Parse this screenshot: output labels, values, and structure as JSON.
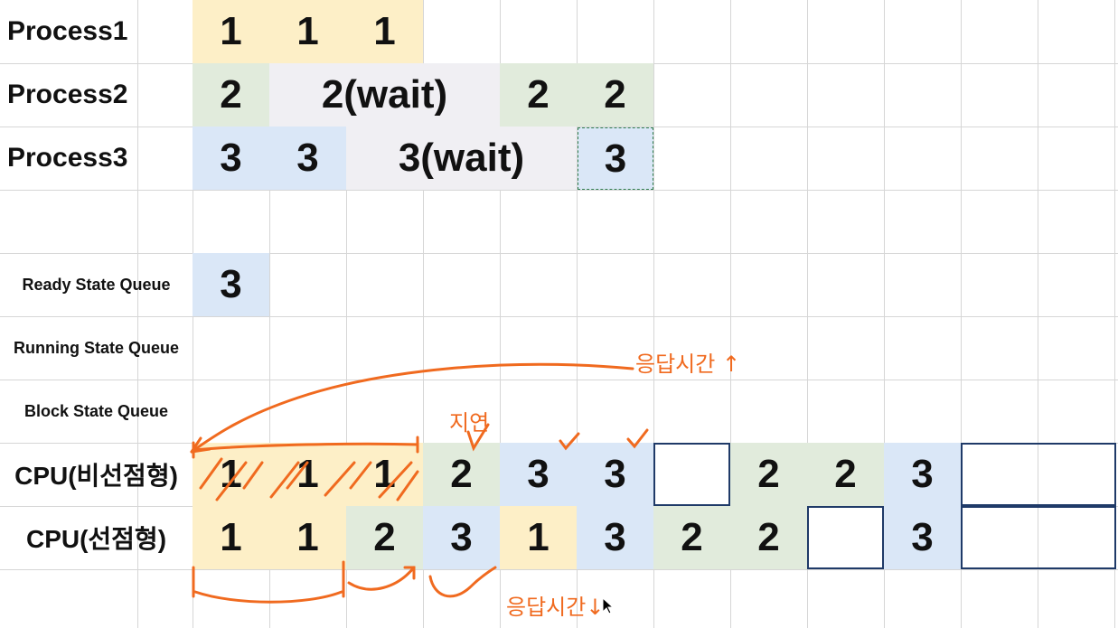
{
  "rows": [
    {
      "label": "Process1",
      "cells": [
        {
          "text": "1",
          "color": "yellow"
        },
        {
          "text": "1",
          "color": "yellow"
        },
        {
          "text": "1",
          "color": "yellow"
        }
      ]
    },
    {
      "label": "Process2",
      "cells": [
        {
          "text": "2",
          "color": "green"
        },
        {
          "text": "2(wait)",
          "color": "gray"
        },
        {
          "text": "2",
          "color": "green"
        },
        {
          "text": "2",
          "color": "green"
        }
      ]
    },
    {
      "label": "Process3",
      "cells": [
        {
          "text": "3",
          "color": "blue"
        },
        {
          "text": "3",
          "color": "blue"
        },
        {
          "text": "3(wait)",
          "color": "gray"
        },
        {
          "text": "3",
          "color": "blue"
        }
      ]
    },
    {
      "label": "Ready State Queue",
      "cells": [
        {
          "text": "3",
          "color": "blue"
        }
      ]
    },
    {
      "label": "Running State Queue",
      "cells": []
    },
    {
      "label": "Block State Queue",
      "cells": []
    },
    {
      "label": "CPU(비선점형)",
      "cells": [
        {
          "text": "1",
          "color": "yellow"
        },
        {
          "text": "1",
          "color": "yellow"
        },
        {
          "text": "1",
          "color": "yellow"
        },
        {
          "text": "2",
          "color": "green"
        },
        {
          "text": "3",
          "color": "blue"
        },
        {
          "text": "3",
          "color": "blue"
        },
        {
          "text": "",
          "color": "outline"
        },
        {
          "text": "2",
          "color": "green"
        },
        {
          "text": "2",
          "color": "green"
        },
        {
          "text": "3",
          "color": "blue"
        },
        {
          "text": "",
          "color": "outline"
        }
      ]
    },
    {
      "label": "CPU(선점형)",
      "cells": [
        {
          "text": "1",
          "color": "yellow"
        },
        {
          "text": "1",
          "color": "yellow"
        },
        {
          "text": "2",
          "color": "green"
        },
        {
          "text": "3",
          "color": "blue"
        },
        {
          "text": "1",
          "color": "yellow"
        },
        {
          "text": "3",
          "color": "blue"
        },
        {
          "text": "2",
          "color": "green"
        },
        {
          "text": "2",
          "color": "green"
        },
        {
          "text": "",
          "color": "outline"
        },
        {
          "text": "3",
          "color": "blue"
        },
        {
          "text": "",
          "color": "outline"
        }
      ]
    }
  ],
  "annotations": {
    "response_up": "응답시간 ↑",
    "delay": "지연",
    "response_down": "응답시간↓"
  },
  "colors": {
    "yellow": "#fdefc7",
    "green": "#e1ebdc",
    "blue": "#dae7f7",
    "gray": "#f0eff3",
    "outline": "#1f3a68",
    "ink": "#f06a1f"
  }
}
